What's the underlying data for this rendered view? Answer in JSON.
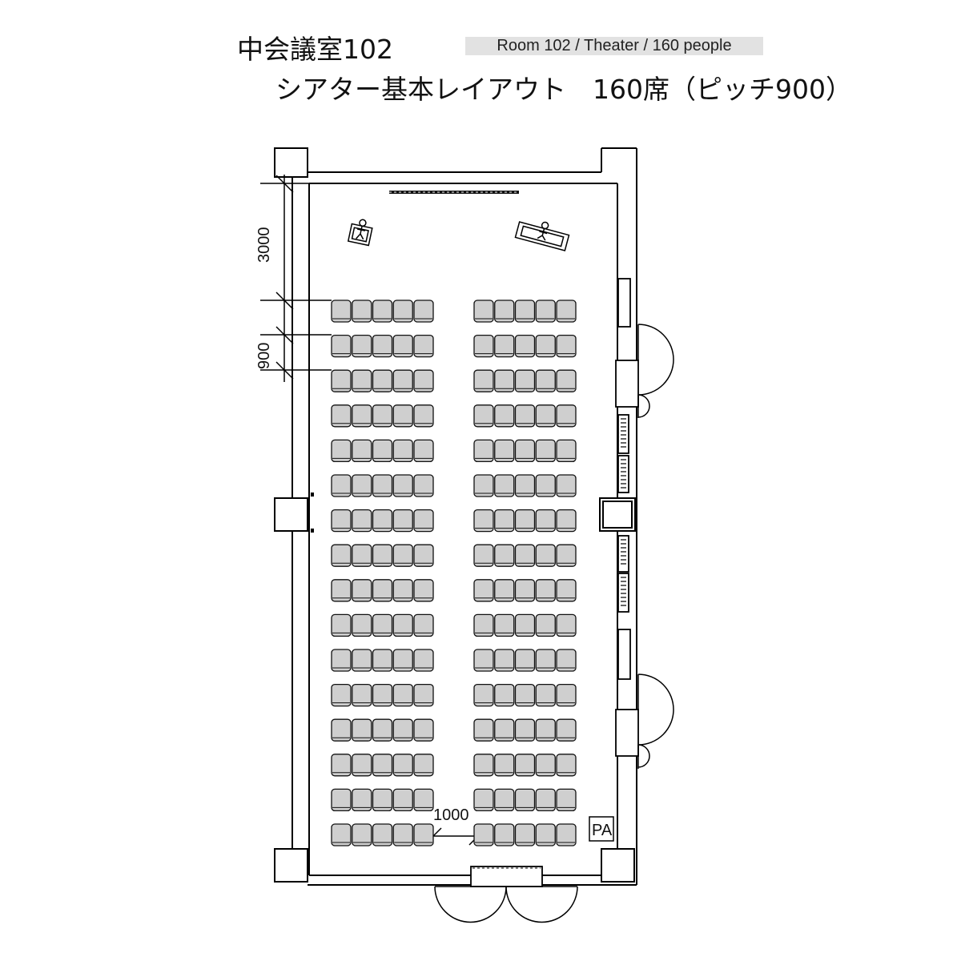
{
  "header": {
    "title": "中会議室102",
    "subtitle": "シアター基本レイアウト　160席（ピッチ900）",
    "english_label": "Room 102 / Theater / 160 people"
  },
  "dimensions": {
    "front_clearance": "3000",
    "row_pitch": "900",
    "aisle_width": "1000"
  },
  "labels": {
    "pa": "PA"
  },
  "seating": {
    "rows": 16,
    "blocks": 2,
    "seats_per_row_per_block": 5
  }
}
